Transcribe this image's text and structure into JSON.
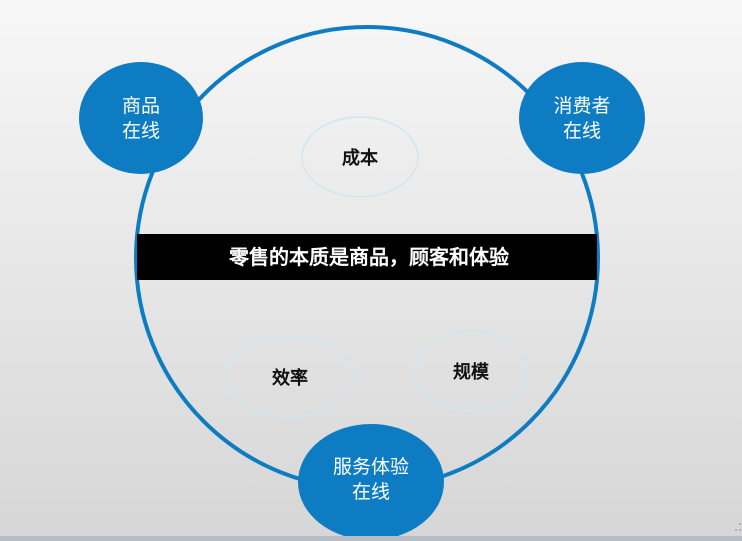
{
  "center_banner": "零售的本质是商品，顾客和体验",
  "nodes": {
    "goods_online": {
      "line1": "商品",
      "line2": "在线"
    },
    "consumer_online": {
      "line1": "消费者",
      "line2": "在线"
    },
    "service_online": {
      "line1": "服务体验",
      "line2": "在线"
    }
  },
  "inner": {
    "cost": "成本",
    "efficiency": "效率",
    "scale": "规模"
  },
  "colors": {
    "accent": "#0e7cc2",
    "banner": "#000000"
  }
}
